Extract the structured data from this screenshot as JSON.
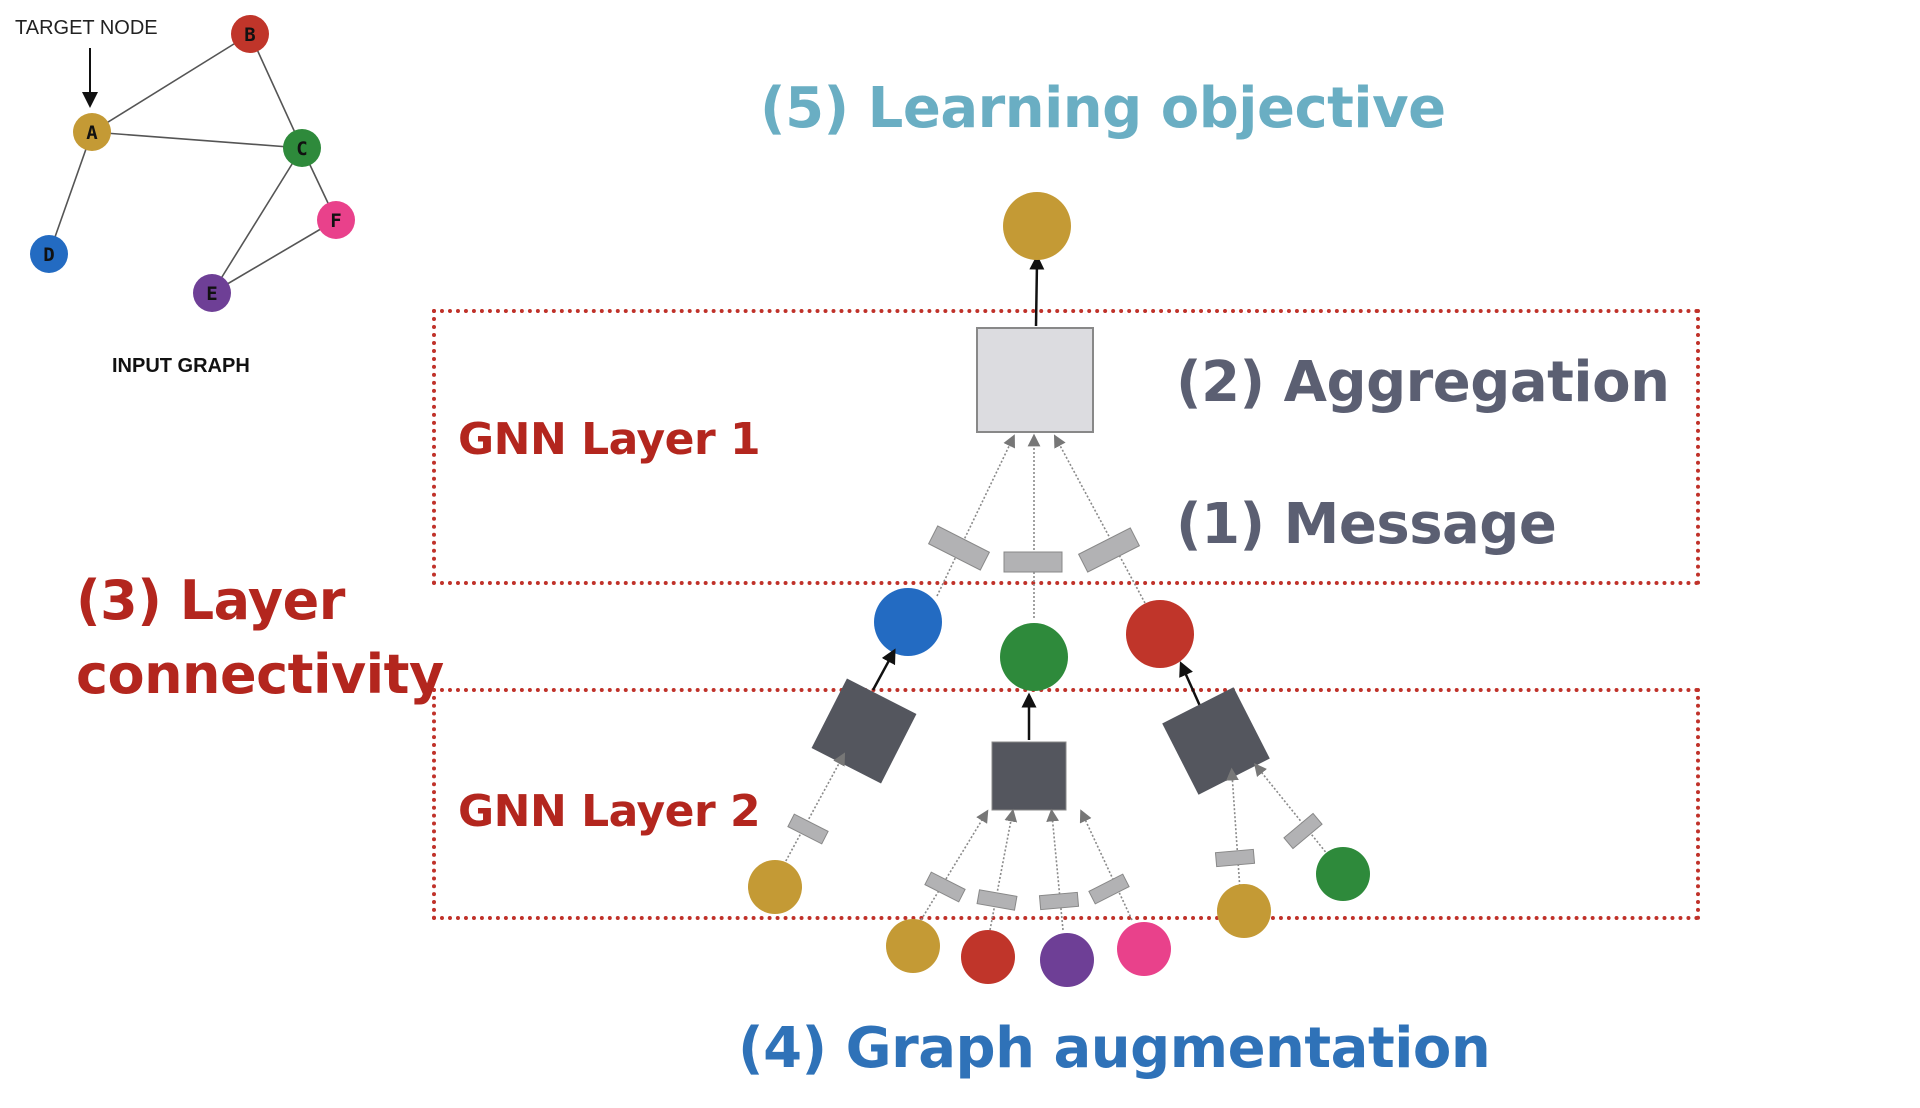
{
  "input_graph": {
    "target_label": "TARGET NODE",
    "caption": "INPUT GRAPH",
    "nodes": [
      {
        "id": "A",
        "color": "#c49a35"
      },
      {
        "id": "B",
        "color": "#c0352a"
      },
      {
        "id": "C",
        "color": "#2e8a3b"
      },
      {
        "id": "D",
        "color": "#236bc2"
      },
      {
        "id": "E",
        "color": "#6e3f96"
      },
      {
        "id": "F",
        "color": "#e9418b"
      }
    ],
    "edges": [
      [
        "A",
        "B"
      ],
      [
        "A",
        "C"
      ],
      [
        "A",
        "D"
      ],
      [
        "B",
        "C"
      ],
      [
        "C",
        "E"
      ],
      [
        "C",
        "F"
      ],
      [
        "E",
        "F"
      ]
    ]
  },
  "labels": {
    "learning_objective": "(5) Learning objective",
    "aggregation": "(2) Aggregation",
    "message": "(1) Message",
    "gnn_layer_1": "GNN Layer 1",
    "gnn_layer_2": "GNN Layer 2",
    "layer_connectivity_line1": "(3) Layer",
    "layer_connectivity_line2": "connectivity",
    "graph_augmentation": "(4) Graph augmentation"
  },
  "colors": {
    "gold": "#c49a35",
    "red": "#c0352a",
    "green": "#2e8a3b",
    "blue": "#236bc2",
    "purple": "#6e3f96",
    "pink": "#e9418b",
    "aggregator_light": "#dcdce0",
    "aggregator_dark": "#54565e",
    "message_rect": "#b2b2b4",
    "dotted_box": "#c0322a"
  }
}
